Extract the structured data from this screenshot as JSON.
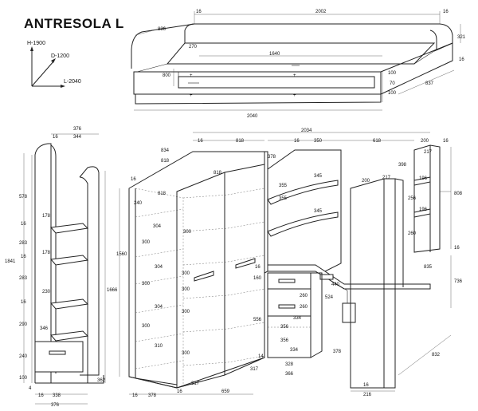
{
  "title": "ANTRESOLA L",
  "axes": {
    "height": "H-1900",
    "depth": "D-1200",
    "length": "L-2040"
  },
  "bed": {
    "d16a": "16",
    "d2002": "2002",
    "d16b": "16",
    "d836": "836",
    "d321": "321",
    "d16c": "16",
    "d270": "270",
    "d1640": "1640",
    "d800": "800",
    "d100a": "100",
    "d70": "70",
    "d100b": "100",
    "d837": "837",
    "d2040": "2040"
  },
  "stairs": {
    "d376top": "376",
    "d16t": "16",
    "d344": "344",
    "d578": "578",
    "d16a": "16",
    "d178a": "178",
    "d283a": "283",
    "d16b": "16",
    "d178b": "178",
    "d1841": "1841",
    "d283b": "283",
    "d230": "230",
    "d1666": "1666",
    "d16c": "16",
    "d290": "290",
    "d346": "346",
    "d240": "240",
    "d100": "100",
    "d4": "4",
    "d16d": "16",
    "d338": "338",
    "d362": "362",
    "d376bot": "376"
  },
  "main": {
    "d2034": "2034",
    "d834": "834",
    "d818a": "818",
    "d16a": "16",
    "d378a": "378",
    "d16b": "16",
    "d350": "350",
    "d618": "618",
    "d200a": "200",
    "d16c": "16",
    "d818b": "818",
    "d217a": "217",
    "d398": "398",
    "d16d": "16",
    "d818c": "818",
    "d345a": "345",
    "d200b": "200",
    "d217b": "217",
    "d196a": "196",
    "d808": "808",
    "d818d": "818",
    "d355a": "355",
    "d240": "240",
    "d256": "256",
    "d355b": "355",
    "d345b": "345",
    "d196b": "196",
    "d304a": "304",
    "d300a": "300",
    "d260a": "260",
    "d1560": "1560",
    "d300b": "300",
    "d304b": "304",
    "d835": "835",
    "d16e": "16",
    "d300c": "300",
    "d736": "736",
    "d16f": "16",
    "d160": "160",
    "d300d": "300",
    "d300e": "300",
    "d440": "440",
    "d260b": "260",
    "d524": "524",
    "d304c": "304",
    "d300f": "300",
    "d260c": "260",
    "d556": "556",
    "d334a": "334",
    "d300g": "300",
    "d356a": "356",
    "d310": "310",
    "d356b": "356",
    "d334b": "334",
    "d378b": "378",
    "d832": "832",
    "d300h": "300",
    "d14": "14",
    "d328": "328",
    "d317a": "317",
    "d317b": "317",
    "d366": "366",
    "d16g": "16",
    "d16h": "16",
    "d378c": "378",
    "d659": "659",
    "d16i": "16",
    "d216": "216"
  }
}
